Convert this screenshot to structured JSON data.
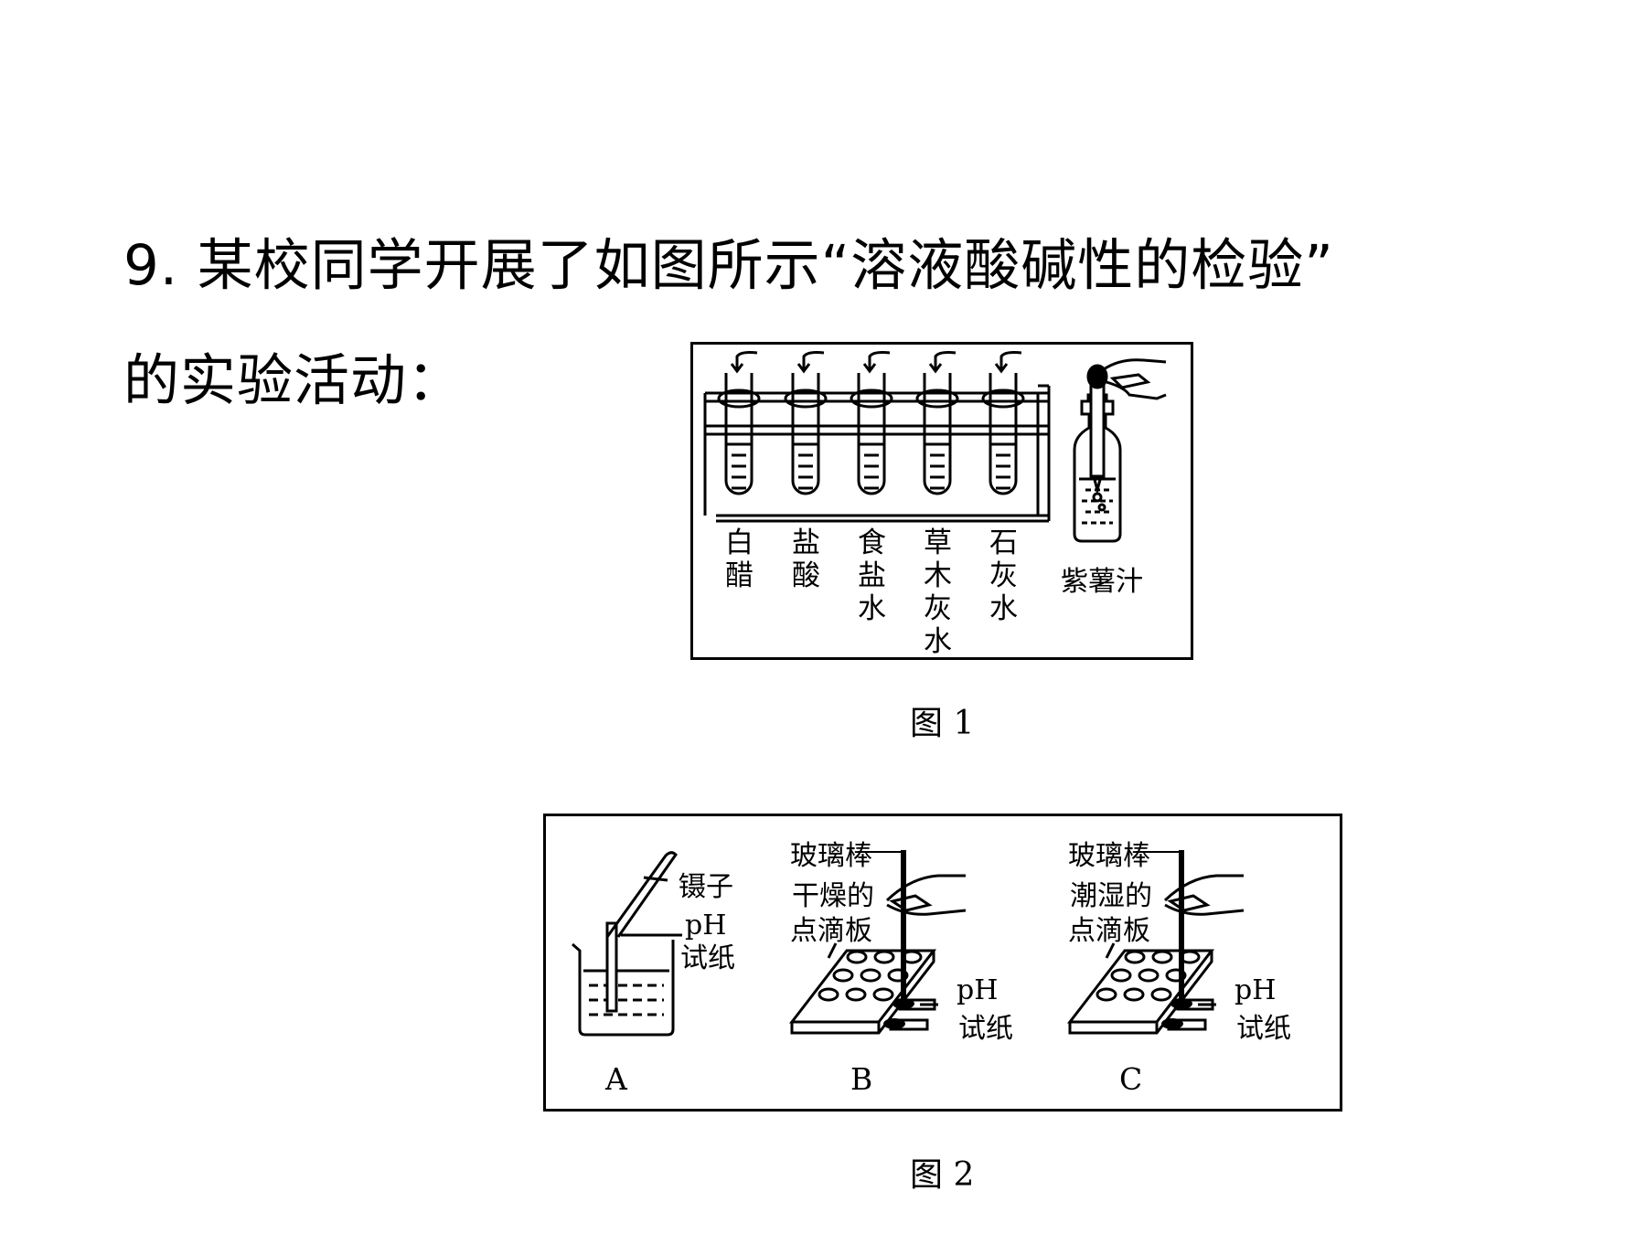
{
  "question": {
    "line1": "9. 某校同学开展了如图所示“溶液酸碱性的检验”",
    "line2": "的实验活动："
  },
  "figure1": {
    "caption": "图 1",
    "tubes": [
      {
        "label": [
          "白",
          "醋"
        ]
      },
      {
        "label": [
          "盐",
          "酸"
        ]
      },
      {
        "label": [
          "食",
          "盐",
          "水"
        ]
      },
      {
        "label": [
          "草",
          "木",
          "灰",
          "水"
        ]
      },
      {
        "label": [
          "石",
          "灰",
          "水"
        ]
      }
    ],
    "bottle_label": "紫薯汁"
  },
  "figure2": {
    "caption": "图 2",
    "panelA": {
      "letter": "A",
      "tweezers": "镊子",
      "ph": "pH",
      "paper": "试纸"
    },
    "panelB": {
      "letter": "B",
      "rod": "玻璃棒",
      "plate1": "干燥的",
      "plate2": "点滴板",
      "ph": "pH",
      "paper": "试纸"
    },
    "panelC": {
      "letter": "C",
      "rod": "玻璃棒",
      "plate1": "潮湿的",
      "plate2": "点滴板",
      "ph": "pH",
      "paper": "试纸"
    }
  }
}
